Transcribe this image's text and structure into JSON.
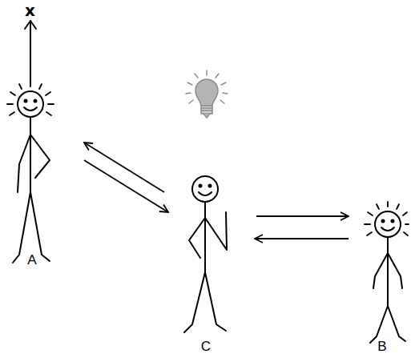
{
  "diagram": {
    "nodes": [
      {
        "text": [
          "A"
        ]
      },
      {
        "text": [
          "C"
        ]
      },
      {
        "text": [
          "B"
        ]
      }
    ],
    "edges": [
      {
        "from": 1,
        "to": 0,
        "arrow": "to"
      },
      {
        "from": 0,
        "to": 1,
        "arrow": "to"
      },
      {
        "from": 1,
        "to": 2,
        "arrow": "to"
      },
      {
        "from": 2,
        "to": 1,
        "arrow": "to"
      }
    ],
    "labels": [
      "x"
    ]
  }
}
